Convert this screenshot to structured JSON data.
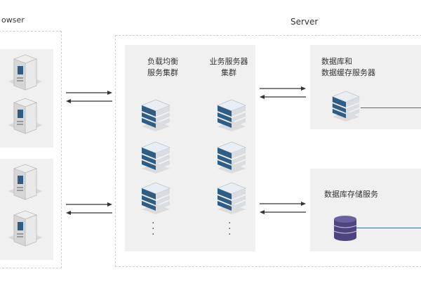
{
  "labels": {
    "browser": "owser",
    "server": "Server",
    "load_balancer": [
      "负载均衡",
      "服务集群"
    ],
    "business_server": [
      "业务服务器",
      "集群"
    ],
    "db_cache": [
      "数据库和",
      "数据缓存服务器"
    ],
    "db_storage": "数据库存储服务"
  },
  "colors": {
    "panel_bg": "#f0f0f0",
    "dashed_border": "#cfcfcf",
    "server_blue": "#2e5d85",
    "tower_gray": "#e0e0e0",
    "db_purple": "#4d4480",
    "connector_blue": "#3a6ea5",
    "arrow_color": "#333333"
  },
  "icons": {
    "tower_server": "tower-server-icon",
    "rack_server": "rack-server-icon",
    "database": "database-cylinder-icon",
    "more": "vertical-ellipsis"
  }
}
